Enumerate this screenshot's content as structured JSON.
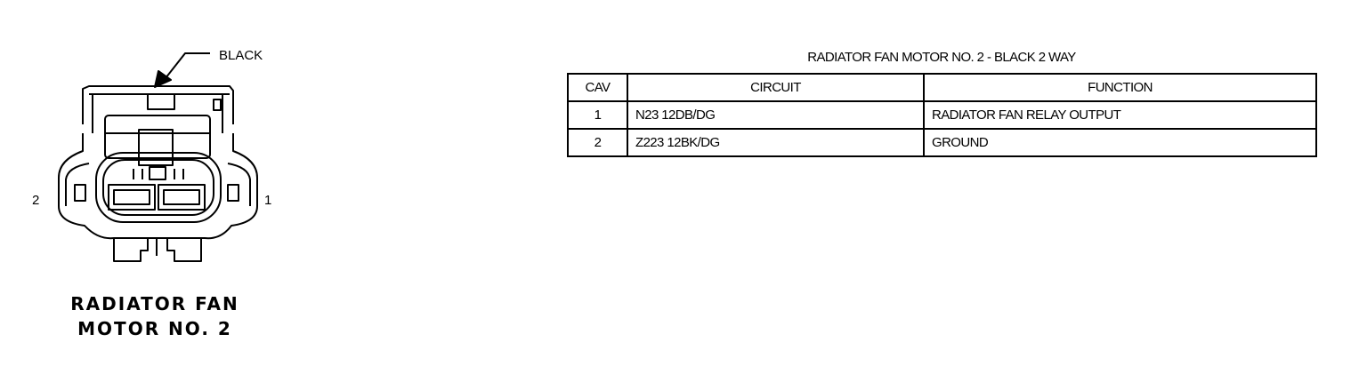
{
  "connector": {
    "color_label": "BLACK",
    "pin_left": "2",
    "pin_right": "1",
    "name_line1": "RADIATOR FAN",
    "name_line2": "MOTOR NO. 2"
  },
  "table": {
    "title": "RADIATOR FAN MOTOR NO. 2 - BLACK 2 WAY",
    "headers": {
      "cav": "CAV",
      "circuit": "CIRCUIT",
      "function": "FUNCTION"
    },
    "rows": [
      {
        "cav": "1",
        "circuit": "N23 12DB/DG",
        "function": "RADIATOR FAN RELAY OUTPUT"
      },
      {
        "cav": "2",
        "circuit": "Z223 12BK/DG",
        "function": "GROUND"
      }
    ]
  }
}
